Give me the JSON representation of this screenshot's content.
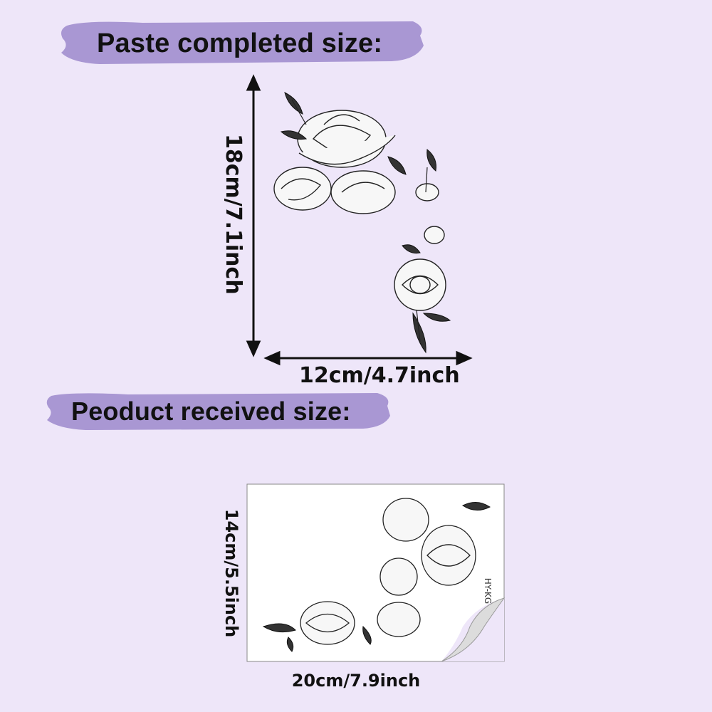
{
  "banners": {
    "paste_title": "Paste completed size:",
    "received_title": "Peoduct received size:"
  },
  "pasted": {
    "height_label": "18cm/7.1inch",
    "width_label": "12cm/4.7inch"
  },
  "received": {
    "height_label": "14cm/5.5inch",
    "width_label": "20cm/7.9inch",
    "product_code": "HY-KG"
  },
  "colors": {
    "background": "#eee6f9",
    "banner": "#a997d3",
    "text": "#111111"
  }
}
